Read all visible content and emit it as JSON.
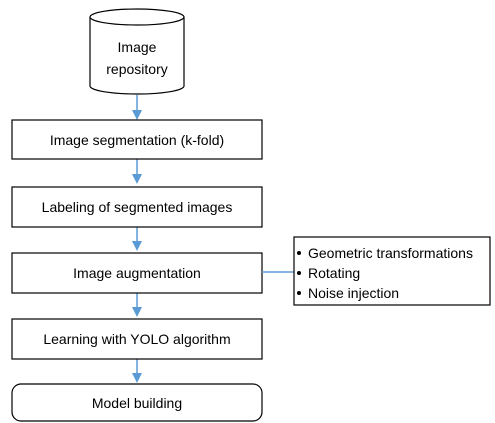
{
  "colors": {
    "box_border": "#000000",
    "arrow": "#5b9bd5",
    "connector": "#5b9bd5",
    "background": "#ffffff"
  },
  "repository": {
    "line1": "Image",
    "line2": "repository"
  },
  "steps": [
    {
      "label": "Image segmentation (k-fold)"
    },
    {
      "label": "Labeling of segmented images"
    },
    {
      "label": "Image augmentation"
    },
    {
      "label": "Learning with YOLO algorithm"
    },
    {
      "label": "Model building"
    }
  ],
  "augmentation_methods": [
    "Geometric transformations",
    "Rotating",
    "Noise injection"
  ]
}
